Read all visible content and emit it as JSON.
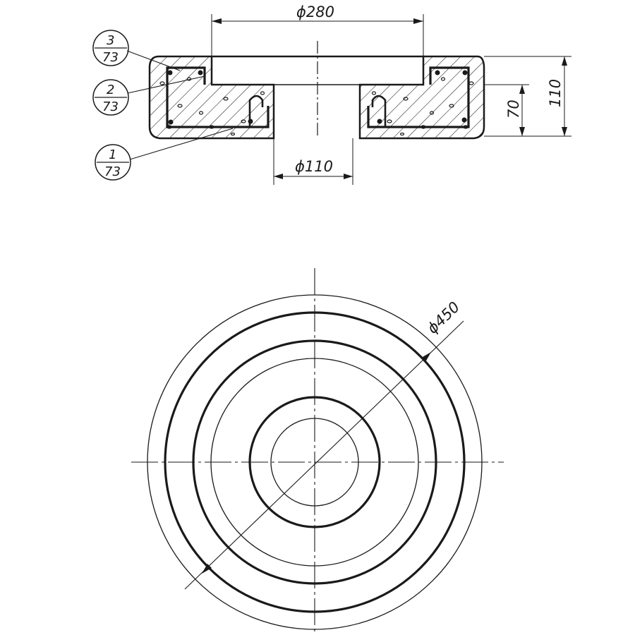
{
  "section_view": {
    "dim_top_bore": "ϕ280",
    "dim_center_hole": "ϕ110",
    "dim_step_height": "70",
    "dim_total_height": "110"
  },
  "callouts": [
    {
      "number": "3",
      "sheet": "73"
    },
    {
      "number": "2",
      "sheet": "73"
    },
    {
      "number": "1",
      "sheet": "73"
    }
  ],
  "plan_view": {
    "dim_outer_diameter": "ϕ450"
  },
  "colors": {
    "ink": "#1a1a1a",
    "paper": "#ffffff"
  }
}
